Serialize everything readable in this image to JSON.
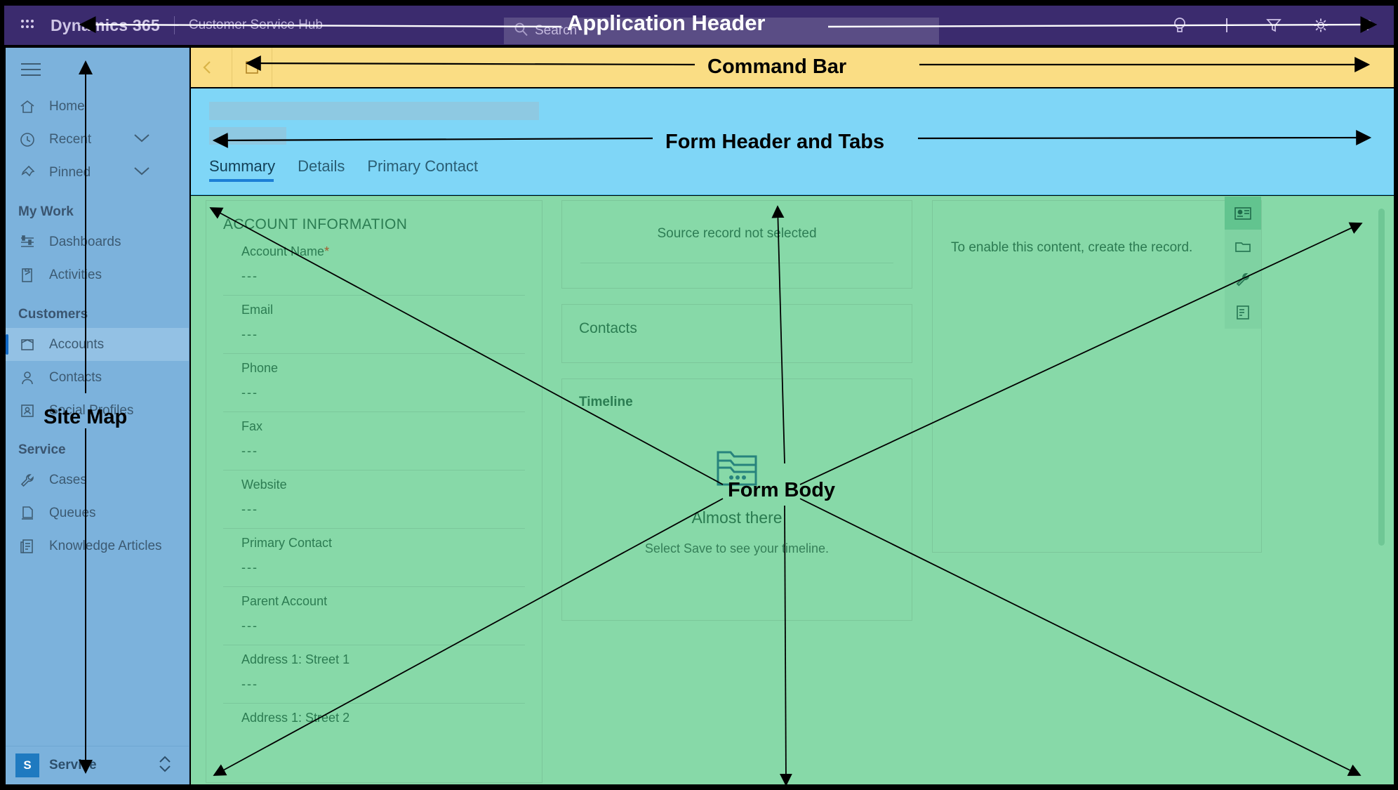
{
  "app_header": {
    "waffle_icon": "waffle-icon",
    "brand": "Dynamics 365",
    "app_name": "Customer Service Hub",
    "search_placeholder": "Search",
    "search_icon": "search-icon",
    "icons": [
      {
        "name": "lightbulb-icon",
        "label": "Insights"
      },
      {
        "name": "plus-icon",
        "label": "Quick create"
      },
      {
        "name": "filter-icon",
        "label": "Filter"
      },
      {
        "name": "gear-icon",
        "label": "Settings"
      },
      {
        "name": "help-icon",
        "label": "Help"
      }
    ]
  },
  "sitemap": {
    "hamburger_icon": "hamburger-icon",
    "items": [
      {
        "label": "Home",
        "icon": "home-icon",
        "selected": false,
        "chevron": false
      },
      {
        "label": "Recent",
        "icon": "clock-icon",
        "selected": false,
        "chevron": true
      },
      {
        "label": "Pinned",
        "icon": "pin-icon",
        "selected": false,
        "chevron": true
      }
    ],
    "groups": [
      {
        "title": "My Work",
        "items": [
          {
            "label": "Dashboards",
            "icon": "dashboard-icon",
            "selected": false
          },
          {
            "label": "Activities",
            "icon": "activities-icon",
            "selected": false
          }
        ]
      },
      {
        "title": "Customers",
        "items": [
          {
            "label": "Accounts",
            "icon": "account-icon",
            "selected": true
          },
          {
            "label": "Contacts",
            "icon": "contact-icon",
            "selected": false
          },
          {
            "label": "Social Profiles",
            "icon": "social-profile-icon",
            "selected": false
          }
        ]
      },
      {
        "title": "Service",
        "items": [
          {
            "label": "Cases",
            "icon": "wrench-icon",
            "selected": false
          },
          {
            "label": "Queues",
            "icon": "queue-icon",
            "selected": false
          },
          {
            "label": "Knowledge Articles",
            "icon": "article-icon",
            "selected": false
          }
        ]
      }
    ],
    "area_switcher": {
      "badge": "S",
      "label": "Service",
      "chevron_icon": "updown-chevron-icon"
    }
  },
  "command_bar": {
    "back_icon": "back-arrow-icon",
    "action_icon": "new-record-icon"
  },
  "form_header": {
    "tabs": [
      {
        "label": "Summary",
        "active": true
      },
      {
        "label": "Details",
        "active": false
      },
      {
        "label": "Primary Contact",
        "active": false
      }
    ]
  },
  "form_body": {
    "left_section": {
      "title": "ACCOUNT INFORMATION",
      "fields": [
        {
          "label": "Account Name",
          "required": true,
          "value": "---"
        },
        {
          "label": "Email",
          "required": false,
          "value": "---"
        },
        {
          "label": "Phone",
          "required": false,
          "value": "---"
        },
        {
          "label": "Fax",
          "required": false,
          "value": "---"
        },
        {
          "label": "Website",
          "required": false,
          "value": "---"
        },
        {
          "label": "Primary Contact",
          "required": false,
          "value": "---"
        },
        {
          "label": "Parent Account",
          "required": false,
          "value": "---"
        },
        {
          "label": "Address 1: Street 1",
          "required": false,
          "value": "---"
        },
        {
          "label": "Address 1: Street 2",
          "required": false,
          "value": ""
        }
      ]
    },
    "middle_column": {
      "source_record_text": "Source record not selected",
      "contacts_title": "Contacts",
      "timeline_title": "Timeline",
      "timeline_empty": {
        "icon": "folder-ellipsis-icon",
        "heading": "Almost there",
        "message": "Select Save to see your timeline."
      }
    },
    "right_column": {
      "message": "To enable this content, create the record.",
      "rail_icons": [
        {
          "name": "contact-card-icon",
          "selected": true
        },
        {
          "name": "folder-icon",
          "selected": false
        },
        {
          "name": "wrench-icon",
          "selected": false
        },
        {
          "name": "document-icon",
          "selected": false
        }
      ],
      "scrollbar": "vertical-scrollbar"
    }
  },
  "annotations": [
    {
      "id": "app-header",
      "label": "Application Header"
    },
    {
      "id": "command-bar",
      "label": "Command Bar"
    },
    {
      "id": "form-header",
      "label": "Form Header and Tabs"
    },
    {
      "id": "form-body",
      "label": "Form Body"
    },
    {
      "id": "site-map",
      "label": "Site Map"
    }
  ],
  "colors": {
    "header_purple": "#3b2b6e",
    "sitemap_blue": "#7cb2dc",
    "command_yellow": "#fadd84",
    "form_header_blue": "#7fd6f7",
    "form_body_green": "#87d9a8",
    "accent_blue": "#1c7fd6"
  }
}
